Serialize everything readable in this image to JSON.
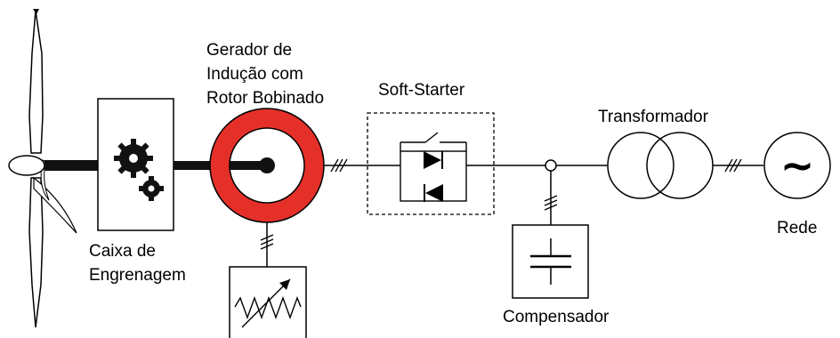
{
  "labels": {
    "gearbox": [
      "Caixa de",
      "Engrenagem"
    ],
    "generator": [
      "Gerador de",
      "Indução com",
      "Rotor Bobinado"
    ],
    "softstarter": "Soft-Starter",
    "transformer": "Transformador",
    "compensator": "Compensador",
    "grid": "Rede",
    "grid_symbol": "~"
  },
  "colors": {
    "rotor_ring": "#e5302a",
    "line": "#000000",
    "shaft": "#111111"
  },
  "icons": [
    "wind-turbine-icon",
    "gears-icon",
    "diode-icon",
    "capacitor-icon",
    "variable-resistor-icon",
    "ac-source-icon"
  ]
}
